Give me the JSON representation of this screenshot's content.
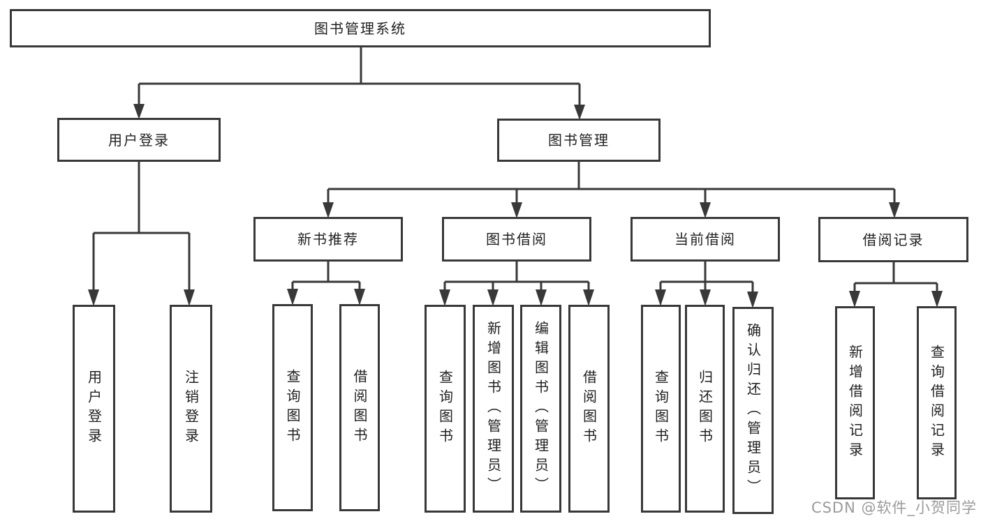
{
  "diagram_title": "图书管理系统",
  "colors": {
    "line": "#383838",
    "box_border": "#383838",
    "text": "#1f1f1f",
    "watermark": "#9a9a9a",
    "background": "#ffffff"
  },
  "nodes": {
    "root": "图书管理系统",
    "user_login": "用户登录",
    "book_mgmt": "图书管理",
    "new_book_rec": "新书推荐",
    "book_borrow": "图书借阅",
    "current_borrow": "当前借阅",
    "borrow_records": "借阅记录",
    "user_login_children": {
      "login": "用户登录",
      "logout": "注销登录"
    },
    "new_book_rec_children": {
      "query": "查询图书",
      "borrow": "借阅图书"
    },
    "book_borrow_children": {
      "query": "查询图书",
      "add": "新增图书（管理员）",
      "edit": "编辑图书（管理员）",
      "borrow": "借阅图书"
    },
    "current_borrow_children": {
      "query": "查询图书",
      "return": "归还图书",
      "confirm": "确认归还（管理员）"
    },
    "borrow_records_children": {
      "add": "新增借阅记录",
      "query": "查询借阅记录"
    }
  },
  "watermark": {
    "text": "CSDN @软件_小贺同学"
  }
}
